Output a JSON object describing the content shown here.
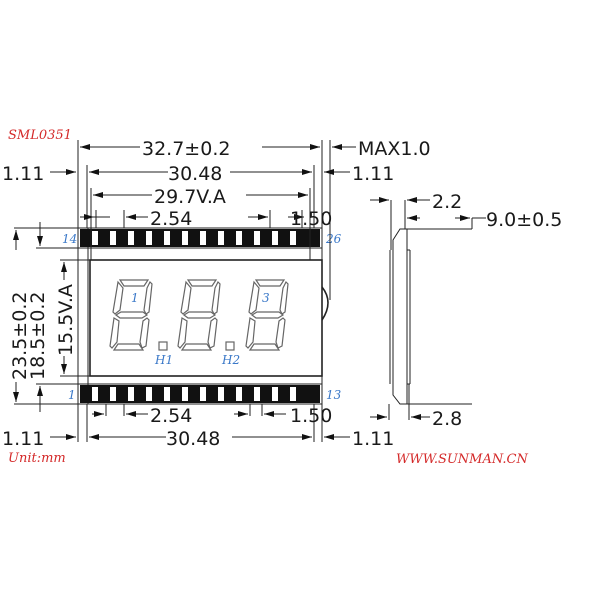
{
  "model": "SML0351",
  "unit_label": "Unit:mm",
  "website": "WWW.SUNMAN.CN",
  "dimensions": {
    "overall_width": "32.7±0.2",
    "pin_span": "30.48",
    "viewing_width": "29.7V.A",
    "pin_pitch_top": "2.54",
    "pin_pitch_bottom": "2.54",
    "pin_offset_top": "1.50",
    "pin_offset_bottom": "1.50",
    "pin_span_bottom": "30.48",
    "edge_left_top": "1.11",
    "edge_right_top": "1.11",
    "edge_left_bottom": "1.11",
    "edge_right_bottom": "1.11",
    "max_thickness": "MAX1.0",
    "overall_height": "23.5±0.2",
    "glass_height": "18.5±0.2",
    "viewing_height": "15.5V.A",
    "side_pin_width": "2.2",
    "side_total": "9.0±0.5",
    "side_depth": "2.8"
  },
  "pins": {
    "top_left": "14",
    "top_right": "26",
    "bottom_left": "1",
    "bottom_right": "13",
    "count_per_row": 13
  },
  "digits": {
    "labels": [
      "1",
      "",
      "3"
    ],
    "decimal_points": [
      "H1",
      "H2"
    ],
    "count": 3
  },
  "colors": {
    "line": "#222222",
    "label_red": "#d42a2a",
    "label_blue": "#3a78c8"
  }
}
